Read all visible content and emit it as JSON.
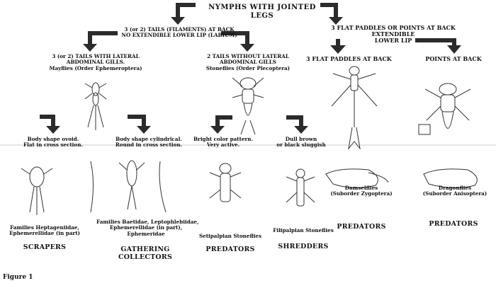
{
  "root": {
    "line1": "NYMPHS WITH JOINTED",
    "line2": "LEGS"
  },
  "branch_a": {
    "line1": "3 (or 2) TAILS (FILAMENTS) AT BACK",
    "line2": "NO EXTENDIBLE LOWER LIP (LABIUM)",
    "mayflies": {
      "line1": "3 (or 2) TAILS WITH LATERAL",
      "line2": "ABDOMINAL GILLS.",
      "line3": "Mayflies (Order Ephemeroptera)",
      "ovoid": {
        "line1": "Body shape ovoid.",
        "line2": "Flat in cross section.",
        "family1": "Families Heptageniidae,",
        "family2": "Ephemerellidae (in part)",
        "role": "SCRAPERS"
      },
      "cylindrical": {
        "line1": "Body shape cylindrical.",
        "line2": "Round in cross section.",
        "family1": "Families Baetidae, Leptophlebiidae,",
        "family2": "Ephemerellidae (in part),",
        "family3": "Ephemeridae",
        "role1": "GATHERING",
        "role2": "COLLECTORS"
      }
    },
    "stoneflies": {
      "line1": "2 TAILS WITHOUT LATERAL",
      "line2": "ABDOMINAL GILLS",
      "line3": "Stoneflies (Order Plecoptera)",
      "bright": {
        "line1": "Bright color pattern.",
        "line2": "Very active.",
        "name": "Setipalpian Stoneflies",
        "role": "PREDATORS"
      },
      "dull": {
        "line1": "Dull brown",
        "line2": "or black sluggish",
        "name": "Filipalpian Stoneflies",
        "role": "SHREDDERS"
      }
    }
  },
  "branch_b": {
    "line1": "3 FLAT PADDLES OR POINTS AT BACK",
    "line2": "EXTENDIBLE",
    "line3": "LOWER LIP",
    "paddles": {
      "label": "3 FLAT PADDLES AT BACK",
      "name1": "Damselflies",
      "name2": "(Suborder Zygoptera)",
      "role": "PREDATORS"
    },
    "points": {
      "label": "POINTS AT BACK",
      "name1": "Dragonflies",
      "name2": "(Suborder Anisoptera)",
      "role": "PREDATORS"
    }
  },
  "figure_caption": "Figure 1"
}
